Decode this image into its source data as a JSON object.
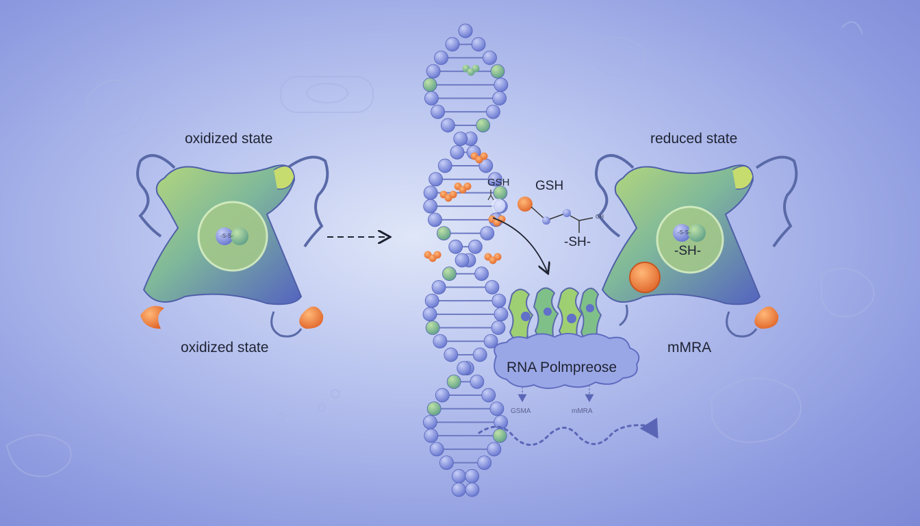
{
  "left": {
    "label_top": "oxidized state",
    "label_bottom": "oxidized state",
    "bond_label": "-S-S-"
  },
  "right": {
    "label_top": "reduced state",
    "label_bottom": "mMRA",
    "bond_label": "-S-S-",
    "sh_label": "-SH-"
  },
  "center": {
    "gsh_small": "GSH",
    "gsh_large": "GSH",
    "gh_tiny": "GH",
    "sh_label": "-SH-",
    "polymerase_label": "RNA Polmpreose",
    "output_left": "GSMA",
    "output_right": "mMRA"
  },
  "colors": {
    "background": "#b9c4ef",
    "protein_green": "#9fcf73",
    "protein_blue": "#6f7fcf",
    "orange": "#f08a3c",
    "dna_blue": "#7f8fe0"
  }
}
